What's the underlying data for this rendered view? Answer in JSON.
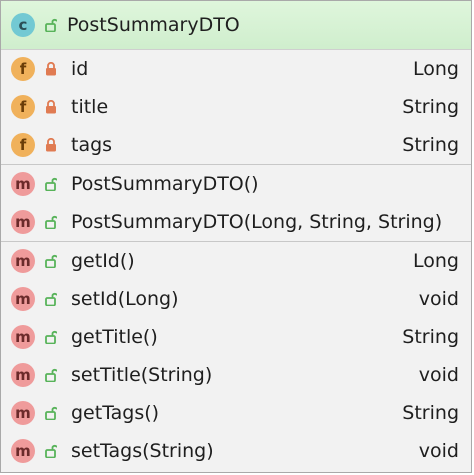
{
  "class": {
    "kind_badge": "c",
    "name": "PostSummaryDTO"
  },
  "fields": [
    {
      "badge": "f",
      "name": "id",
      "type": "Long",
      "visibility": "private"
    },
    {
      "badge": "f",
      "name": "title",
      "type": "String",
      "visibility": "private"
    },
    {
      "badge": "f",
      "name": "tags",
      "type": "String",
      "visibility": "private"
    }
  ],
  "constructors": [
    {
      "badge": "m",
      "signature": "PostSummaryDTO()",
      "visibility": "public"
    },
    {
      "badge": "m",
      "signature": "PostSummaryDTO(Long, String, String)",
      "visibility": "public"
    }
  ],
  "methods": [
    {
      "badge": "m",
      "signature": "getId()",
      "type": "Long",
      "visibility": "public"
    },
    {
      "badge": "m",
      "signature": "setId(Long)",
      "type": "void",
      "visibility": "public"
    },
    {
      "badge": "m",
      "signature": "getTitle()",
      "type": "String",
      "visibility": "public"
    },
    {
      "badge": "m",
      "signature": "setTitle(String)",
      "type": "void",
      "visibility": "public"
    },
    {
      "badge": "m",
      "signature": "getTags()",
      "type": "String",
      "visibility": "public"
    },
    {
      "badge": "m",
      "signature": "setTags(String)",
      "type": "void",
      "visibility": "public"
    }
  ],
  "colors": {
    "header_bg": "#d6f1d3",
    "class_badge": "#72c9d3",
    "field_badge": "#f0b15b",
    "method_badge": "#ef9b9b",
    "public_icon": "#58b35a",
    "private_icon": "#e07b52"
  },
  "icons": {
    "public": "open-lock-icon",
    "private": "closed-lock-icon"
  }
}
